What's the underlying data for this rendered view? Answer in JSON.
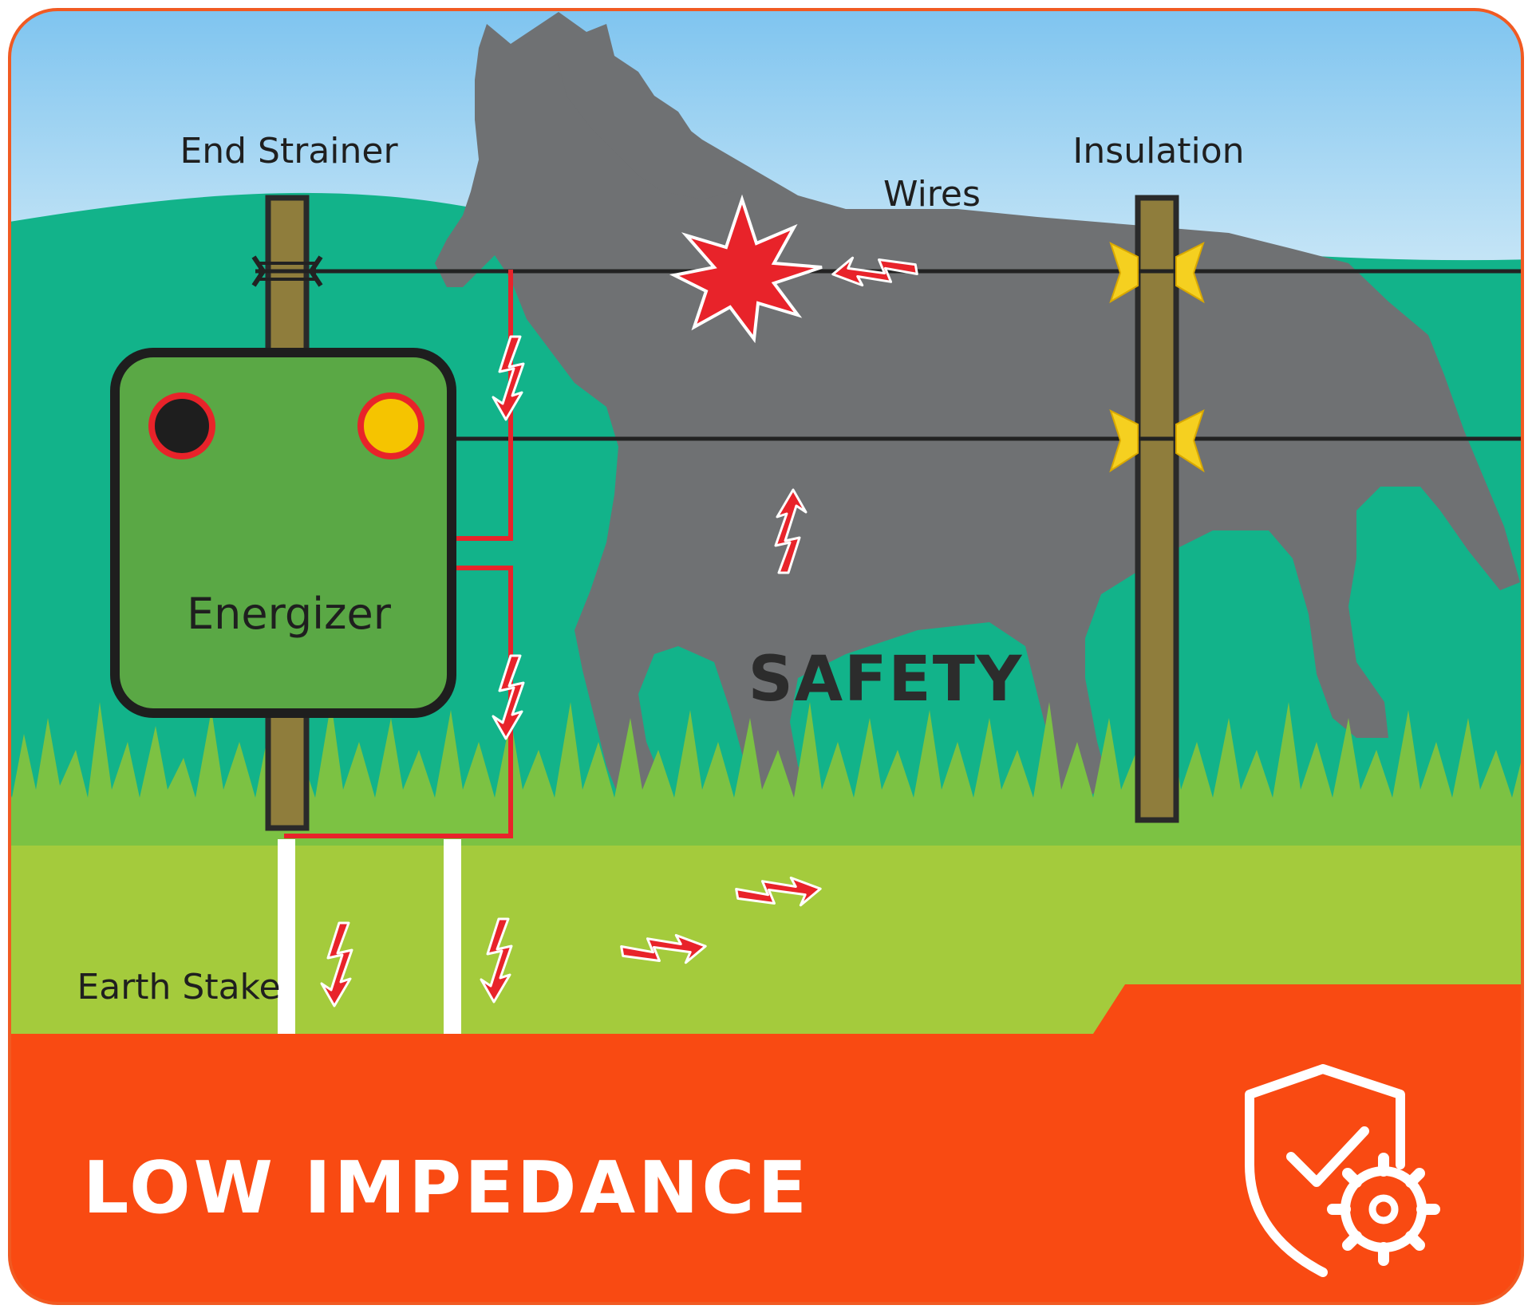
{
  "labels": {
    "end_strainer": "End Strainer",
    "insulation": "Insulation",
    "wires": "Wires",
    "energizer": "Energizer",
    "safety": "SAFETY",
    "earth_stake": "Earth Stake"
  },
  "banner": {
    "title": "LOW IMPEDANCE",
    "icon": "shield-check-gear-icon"
  },
  "colors": {
    "frame": "#f15a22",
    "banner": "#f94a12",
    "sky_top": "#87c9f0",
    "hill": "#12b38a",
    "grass": "#a4cb3c",
    "grass_blades": "#7cc243",
    "energizer_box": "#5aa845",
    "post": "#8f7d3c",
    "horse": "#6f7173",
    "shock_red": "#e8232a",
    "insulator_yellow": "#f5d020",
    "wire": "#222222"
  }
}
